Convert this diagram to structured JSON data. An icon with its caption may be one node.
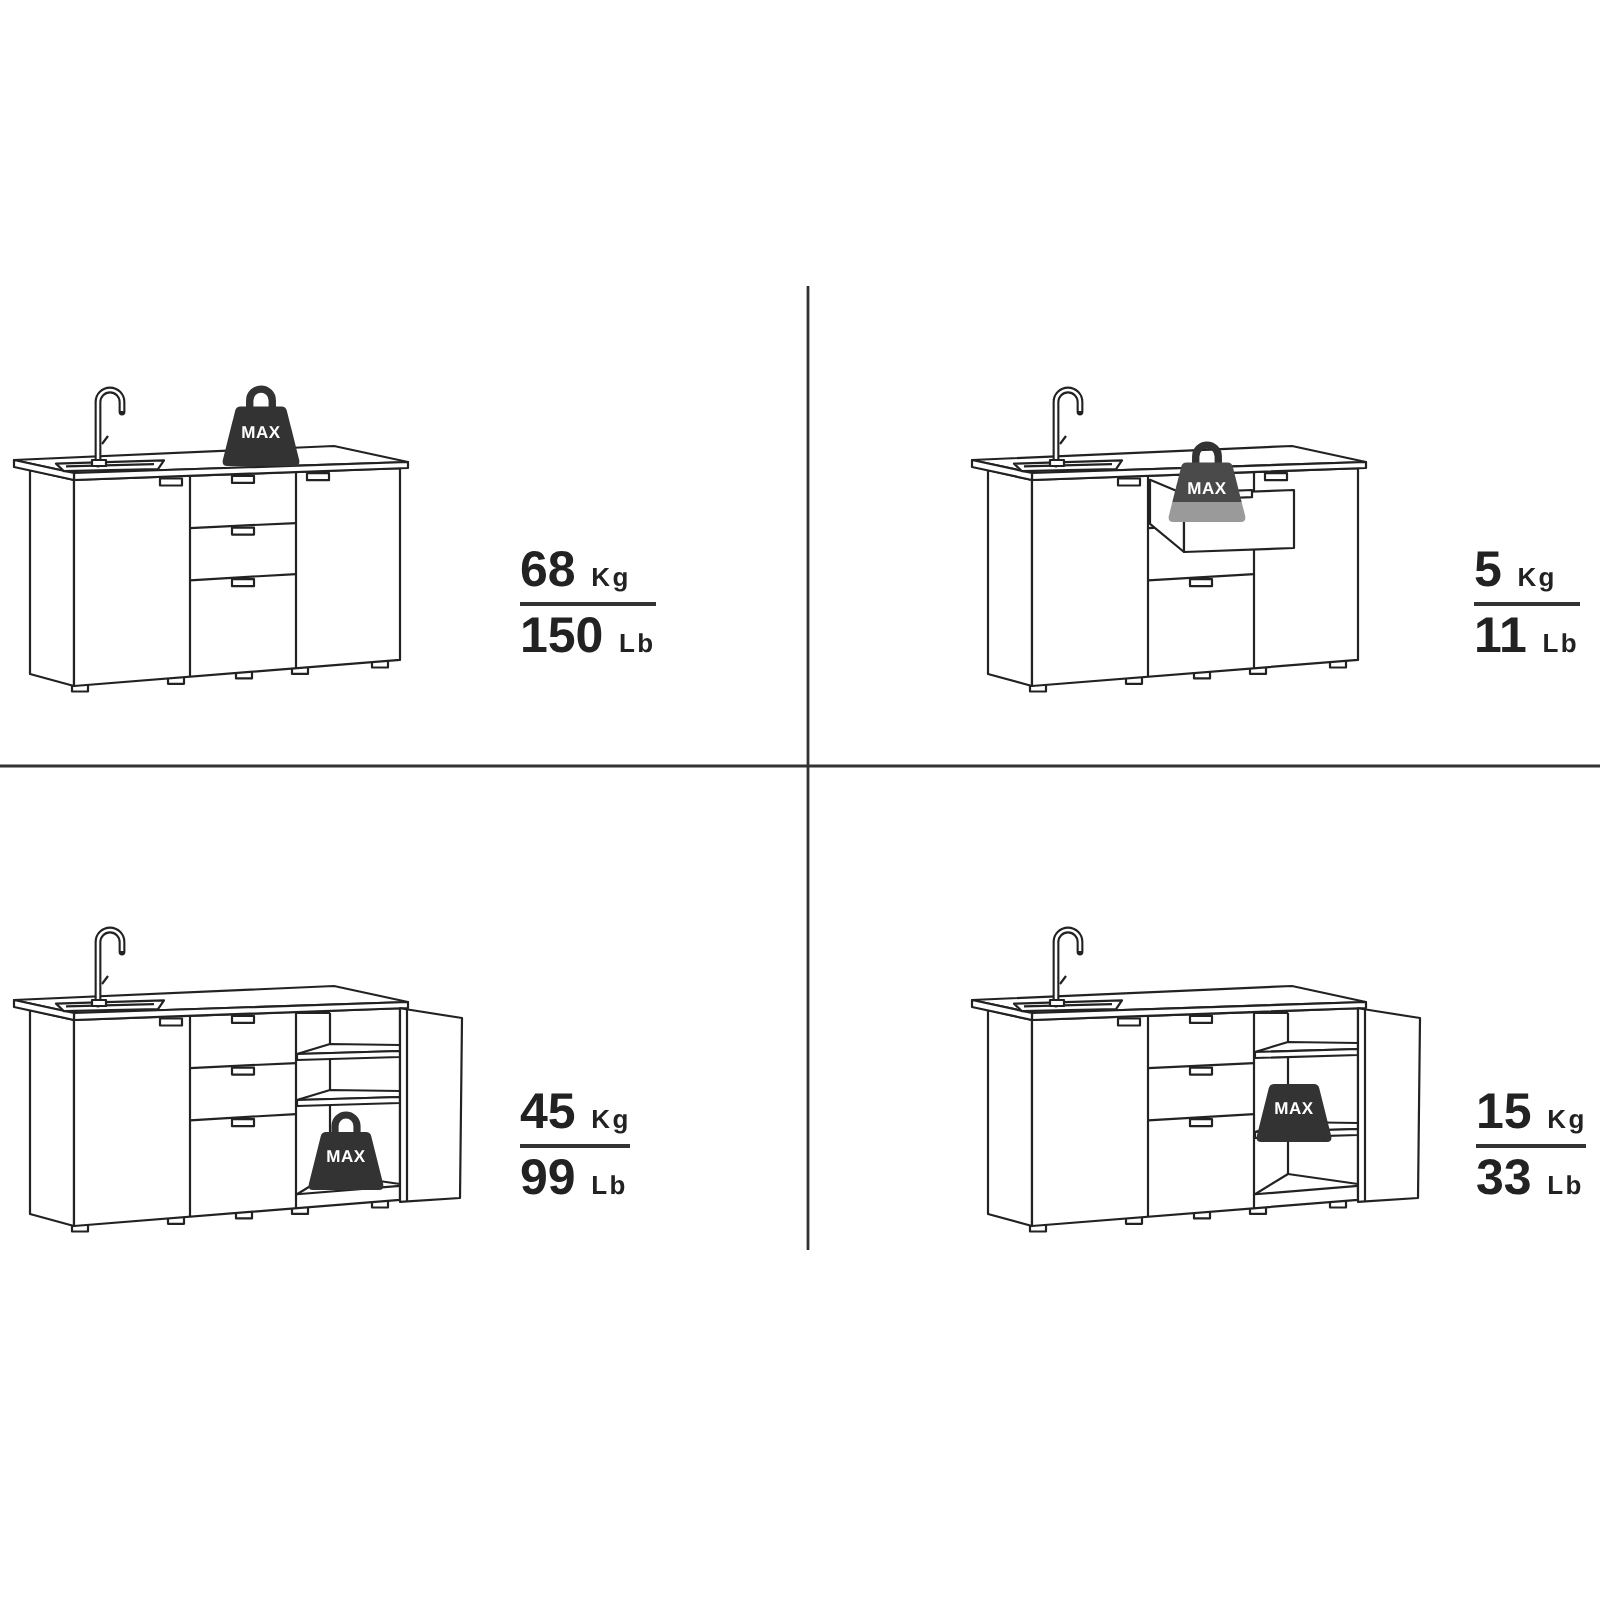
{
  "diagram": {
    "nodes": [
      {
        "text": [
          "MAX"
        ]
      },
      {
        "text": [
          "MAX"
        ]
      },
      {
        "text": [
          "MAX"
        ]
      },
      {
        "text": [
          "MAX"
        ]
      }
    ],
    "labels": [
      "68 Kg",
      "150 Lb",
      "5 Kg",
      "11 Lb",
      "45 Kg",
      "99 Lb",
      "15 Kg",
      "33 Lb"
    ]
  }
}
